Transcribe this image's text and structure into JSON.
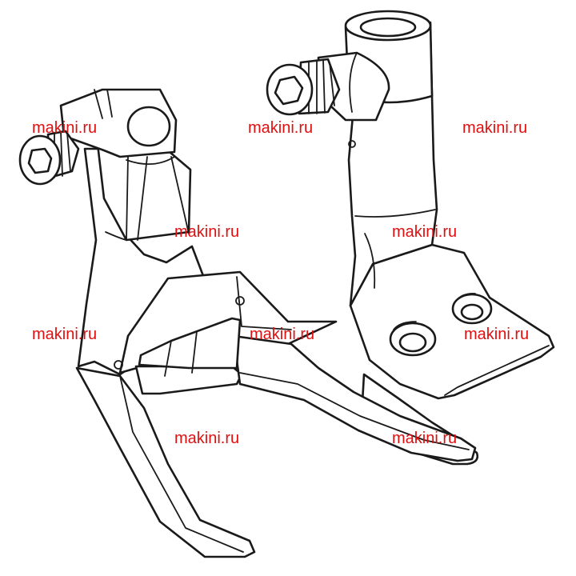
{
  "colors": {
    "background": "#ffffff",
    "line": "#1a1a1a",
    "watermark": "#e01010"
  },
  "watermarks": [
    {
      "text": "makini.ru"
    },
    {
      "text": "makini.ru"
    },
    {
      "text": "makini.ru"
    },
    {
      "text": "makini.ru"
    },
    {
      "text": "makini.ru"
    },
    {
      "text": "makini.ru"
    },
    {
      "text": "makini.ru"
    },
    {
      "text": "makini.ru"
    },
    {
      "text": "makini.ru"
    },
    {
      "text": "makini.ru"
    }
  ]
}
